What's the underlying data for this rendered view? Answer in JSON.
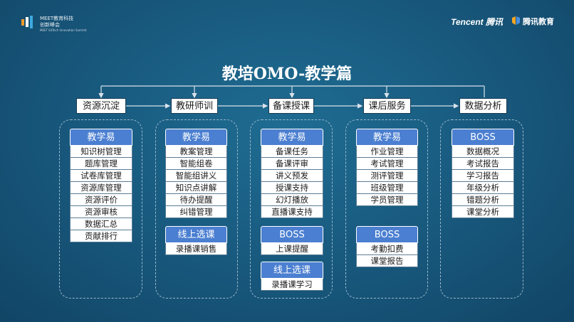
{
  "branding": {
    "left_logo_line1": "MEET教育科技",
    "left_logo_line2": "创新峰会",
    "left_logo_line3": "MEET EdTech Innovation Summit",
    "tencent_logo": "Tencent 腾讯",
    "tencent_edu_logo": "腾讯教育"
  },
  "title": "教培OMO-教学篇",
  "colors": {
    "background": "#195b80",
    "group_header": "#4b7fd1",
    "item_background": "#ffffff",
    "connector": "#d8e2ea"
  },
  "stages": [
    {
      "label": "资源沉淀",
      "groups": [
        {
          "header": "教学易",
          "items": [
            "知识树管理",
            "题库管理",
            "试卷库管理",
            "资源库管理",
            "资源评价",
            "资源审核",
            "数据汇总",
            "贡献排行"
          ]
        }
      ]
    },
    {
      "label": "教研师训",
      "groups": [
        {
          "header": "教学易",
          "items": [
            "教案管理",
            "智能组卷",
            "智能组讲义",
            "知识点讲解",
            "待办提醒",
            "纠错管理"
          ]
        },
        {
          "header": "线上选课",
          "items": [
            "录播课销售"
          ]
        }
      ]
    },
    {
      "label": "备课授课",
      "groups": [
        {
          "header": "教学易",
          "items": [
            "备课任务",
            "备课评审",
            "讲义预发",
            "授课支持",
            "幻灯播放",
            "直播课支持"
          ]
        },
        {
          "header": "BOSS",
          "items": [
            "上课提醒"
          ]
        },
        {
          "header": "线上选课",
          "items": [
            "录播课学习"
          ]
        }
      ]
    },
    {
      "label": "课后服务",
      "groups": [
        {
          "header": "教学易",
          "items": [
            "作业管理",
            "考试管理",
            "测评管理",
            "班级管理",
            "学员管理"
          ]
        },
        {
          "header": "BOSS",
          "items": [
            "考勤扣费",
            "课堂报告"
          ]
        }
      ]
    },
    {
      "label": "数据分析",
      "groups": [
        {
          "header": "BOSS",
          "items": [
            "数据概况",
            "考试报告",
            "学习报告",
            "年级分析",
            "错题分析",
            "课堂分析"
          ]
        }
      ]
    }
  ]
}
